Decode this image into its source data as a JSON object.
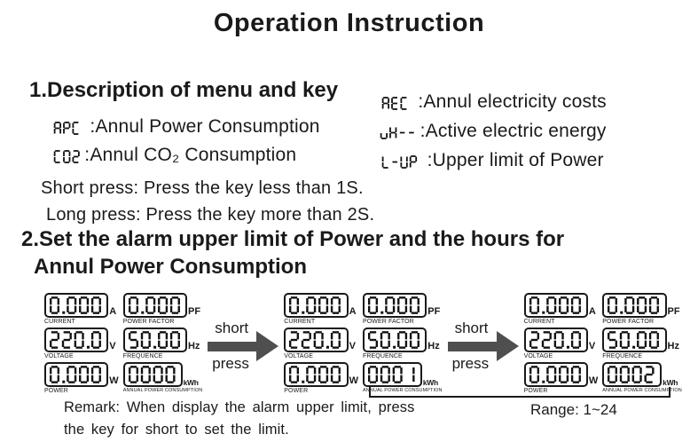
{
  "title": "Operation Instruction",
  "section1": {
    "heading": "1.Description of menu and key",
    "menu_left": [
      {
        "lcd": "APC",
        "sep": " :",
        "desc": "Annul Power Consumption"
      },
      {
        "lcd": "C02",
        "sep": ":",
        "desc": "Annul CO₂ Consumption"
      }
    ],
    "menu_right": [
      {
        "lcd": "AEC",
        "sep": " :",
        "desc": "Annul electricity costs"
      },
      {
        "lcd": "uH--",
        "sep": ":",
        "desc": "Active electric energy"
      },
      {
        "lcd": "L-UP",
        "sep": " :",
        "desc": "Upper limit of Power"
      }
    ],
    "short_press": "Short press: Press the key less than 1S.",
    "long_press": "Long press: Press the key more than 2S."
  },
  "section2": {
    "heading_line1": "2.Set the alarm upper limit of Power and the hours for",
    "heading_line2": "Annul Power Consumption"
  },
  "panels": [
    {
      "displays": [
        {
          "value": "0.000",
          "unit": "A",
          "label": "CURRENT"
        },
        {
          "value": "0.000",
          "unit": "PF",
          "label": "POWER FACTOR"
        },
        {
          "value": "220.0",
          "unit": "V",
          "label": "VOLTAGE"
        },
        {
          "value": "50.00",
          "unit": "Hz",
          "label": "FREQUENCE"
        },
        {
          "value": "0.000",
          "unit": "W",
          "label": "POWER"
        },
        {
          "value": "0000",
          "unit": "kWh",
          "label": "ANNUAL POWER CONSUMPTION"
        }
      ]
    },
    {
      "displays": [
        {
          "value": "0.000",
          "unit": "A",
          "label": "CURRENT"
        },
        {
          "value": "0.000",
          "unit": "PF",
          "label": "POWER FACTOR"
        },
        {
          "value": "220.0",
          "unit": "V",
          "label": "VOLTAGE"
        },
        {
          "value": "50.00",
          "unit": "Hz",
          "label": "FREQUENCE"
        },
        {
          "value": "0.000",
          "unit": "W",
          "label": "POWER"
        },
        {
          "value": "0001",
          "unit": "kWh",
          "label": "ANNUAL POWER CONSUMPTION"
        }
      ]
    },
    {
      "displays": [
        {
          "value": "0.000",
          "unit": "A",
          "label": "CURRENT"
        },
        {
          "value": "0.000",
          "unit": "PF",
          "label": "POWER FACTOR"
        },
        {
          "value": "220.0",
          "unit": "V",
          "label": "VOLTAGE"
        },
        {
          "value": "50.00",
          "unit": "Hz",
          "label": "FREQUENCE"
        },
        {
          "value": "0.000",
          "unit": "W",
          "label": "POWER"
        },
        {
          "value": "0002",
          "unit": "kWh",
          "label": "ANNUAL POWER CONSUMPTION"
        }
      ]
    }
  ],
  "arrows": [
    {
      "label_top": "short",
      "label_bottom": "press"
    },
    {
      "label_top": "short",
      "label_bottom": "press"
    }
  ],
  "range_label": "Range: 1~24",
  "remark_line1": "Remark: When display the alarm upper limit, press",
  "remark_line2": "the key for short to set the limit.",
  "colors": {
    "ink": "#1a1a1a",
    "lcd": "#111111",
    "arrow": "#4f4f4f",
    "bg": "#ffffff"
  }
}
